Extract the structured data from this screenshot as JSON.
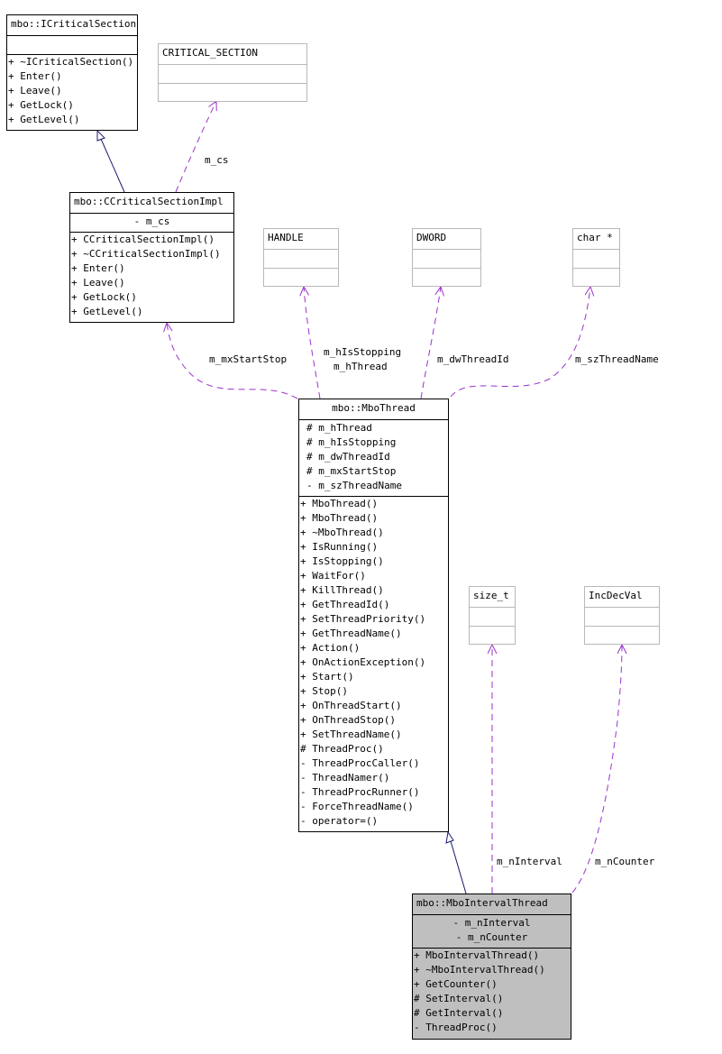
{
  "classes": {
    "icritical": {
      "name": "mbo::ICriticalSection",
      "attributes": [],
      "methods": [
        "+ ~ICriticalSection()",
        "+ Enter()",
        "+ Leave()",
        "+ GetLock()",
        "+ GetLevel()"
      ]
    },
    "critsec": {
      "name": "CRITICAL_SECTION"
    },
    "ccritical": {
      "name": "mbo::CCriticalSectionImpl",
      "attributes": [
        "- m_cs"
      ],
      "methods": [
        "+ CCriticalSectionImpl()",
        "+ ~CCriticalSectionImpl()",
        "+ Enter()",
        "+ Leave()",
        "+ GetLock()",
        "+ GetLevel()"
      ]
    },
    "handle": {
      "name": "HANDLE"
    },
    "dword": {
      "name": "DWORD"
    },
    "charptr": {
      "name": "char *"
    },
    "mbothread": {
      "name": "mbo::MboThread",
      "attributes": [
        "# m_hThread",
        "# m_hIsStopping",
        "# m_dwThreadId",
        "# m_mxStartStop",
        "- m_szThreadName"
      ],
      "methods": [
        "+ MboThread()",
        "+ MboThread()",
        "+ ~MboThread()",
        "+ IsRunning()",
        "+ IsStopping()",
        "+ WaitFor()",
        "+ KillThread()",
        "+ GetThreadId()",
        "+ SetThreadPriority()",
        "+ GetThreadName()",
        "+ Action()",
        "+ OnActionException()",
        "+ Start()",
        "+ Stop()",
        "+ OnThreadStart()",
        "+ OnThreadStop()",
        "+ SetThreadName()",
        "# ThreadProc()",
        "- ThreadProcCaller()",
        "- ThreadNamer()",
        "- ThreadProcRunner()",
        "- ForceThreadName()",
        "- operator=()"
      ]
    },
    "sizet": {
      "name": "size_t"
    },
    "incdecval": {
      "name": "IncDecVal"
    },
    "interval": {
      "name": "mbo::MboIntervalThread",
      "attributes": [
        "- m_nInterval",
        "- m_nCounter"
      ],
      "methods": [
        "+ MboIntervalThread()",
        "+ ~MboIntervalThread()",
        "+ GetCounter()",
        "# SetInterval()",
        "# GetInterval()",
        "- ThreadProc()"
      ]
    }
  },
  "labels": {
    "m_cs": "m_cs",
    "m_mxStartStop": "m_mxStartStop",
    "m_hIsStopping": "m_hIsStopping",
    "m_hThread": "m_hThread",
    "m_dwThreadId": "m_dwThreadId",
    "m_szThreadName": "m_szThreadName",
    "m_nInterval": "m_nInterval",
    "m_nCounter": "m_nCounter"
  },
  "colors": {
    "usage_edge": "#9a32cd",
    "inheritance_edge": "#191970",
    "focus_fill": "#bfbfbf",
    "faint_border": "#b8b8b8"
  }
}
